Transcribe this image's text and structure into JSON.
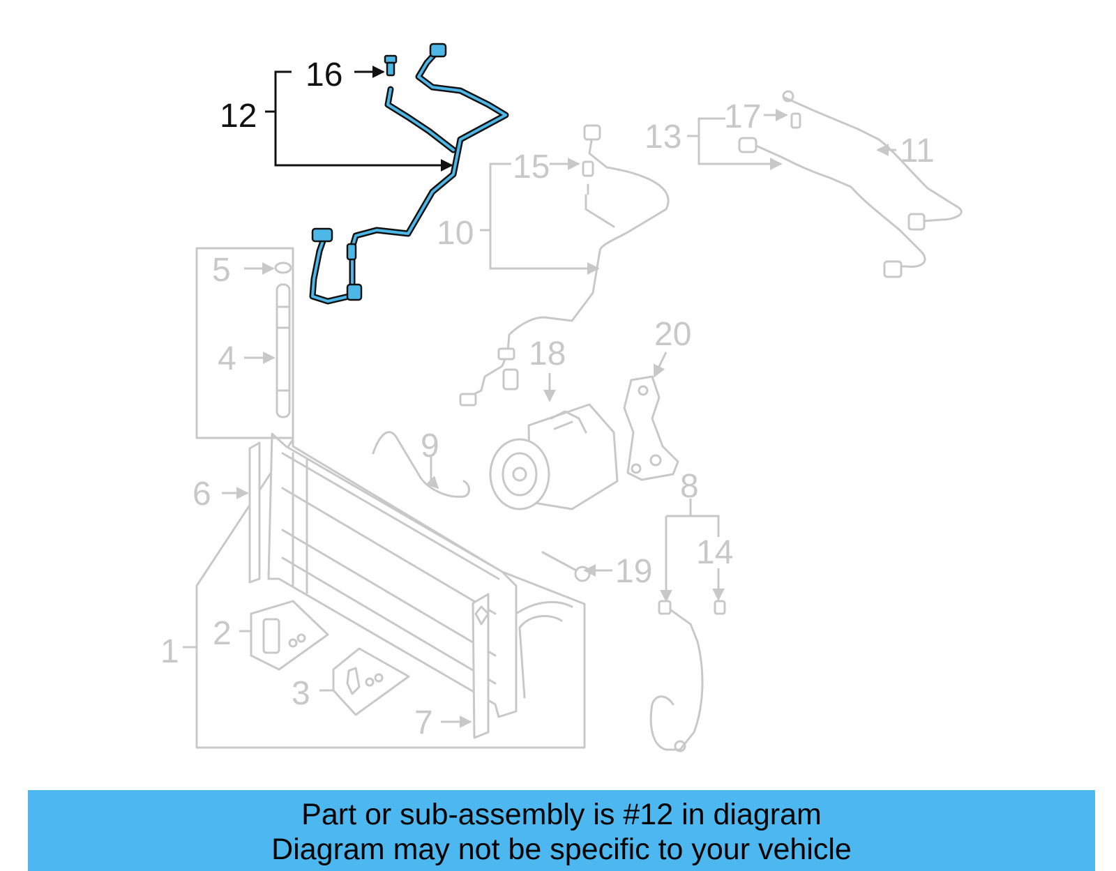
{
  "diagram": {
    "labels": {
      "l1": "1",
      "l2": "2",
      "l3": "3",
      "l4": "4",
      "l5": "5",
      "l6": "6",
      "l7": "7",
      "l8": "8",
      "l9": "9",
      "l10": "10",
      "l11": "11",
      "l12": "12",
      "l13": "13",
      "l14": "14",
      "l15": "15",
      "l16": "16",
      "l17": "17",
      "l18": "18",
      "l19": "19",
      "l20": "20"
    },
    "highlight_part": "12",
    "colors": {
      "highlight_fill": "#4db8e8",
      "muted": "#c8c8c8",
      "banner": "#4db8ef"
    }
  },
  "banner": {
    "line1": "Part or sub-assembly is #12 in diagram",
    "line2": "Diagram may not be specific to your vehicle"
  }
}
